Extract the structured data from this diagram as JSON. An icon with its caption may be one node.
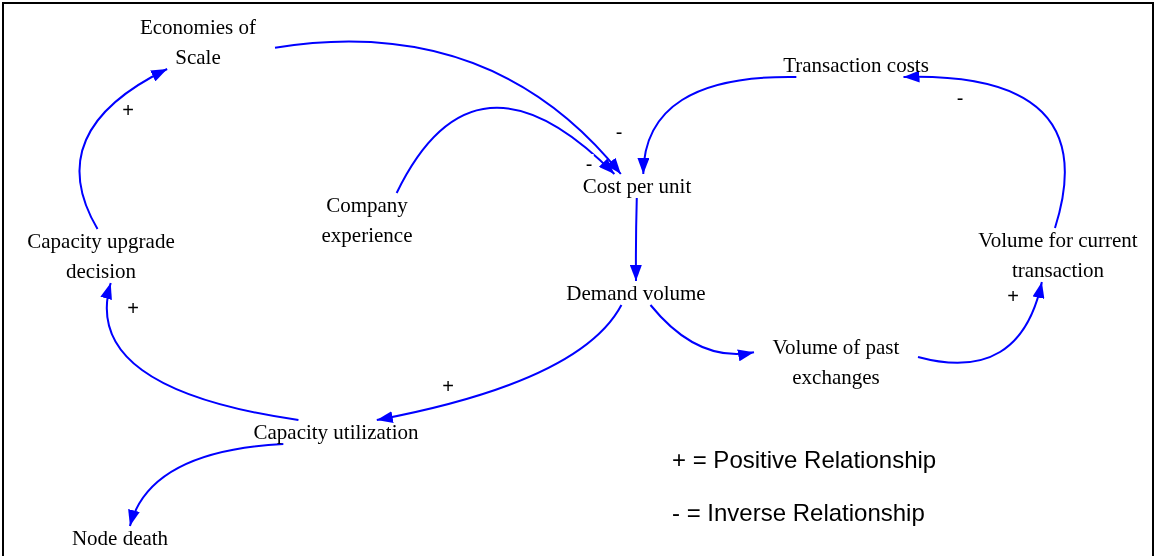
{
  "diagram": {
    "nodes": [
      {
        "text": [
          "Economies of Scale"
        ]
      },
      {
        "text": [
          "Transaction costs"
        ]
      },
      {
        "text": [
          "Company experience"
        ]
      },
      {
        "text": [
          "Cost per unit"
        ]
      },
      {
        "text": [
          "Capacity upgrade decision"
        ]
      },
      {
        "text": [
          "Volume for current transaction"
        ]
      },
      {
        "text": [
          "Demand volume"
        ]
      },
      {
        "text": [
          "Volume of past exchanges"
        ]
      },
      {
        "text": [
          "Capacity utilization"
        ]
      },
      {
        "text": [
          "Node death"
        ]
      }
    ],
    "edges": [
      {
        "from": 0,
        "to": 3,
        "arrow": "to",
        "label": "-"
      },
      {
        "from": 2,
        "to": 3,
        "arrow": "to",
        "label": "-"
      },
      {
        "from": 1,
        "to": 3,
        "arrow": "to"
      },
      {
        "from": 3,
        "to": 6,
        "arrow": "to"
      },
      {
        "from": 6,
        "to": 8,
        "arrow": "to",
        "label": "+"
      },
      {
        "from": 6,
        "to": 7,
        "arrow": "to"
      },
      {
        "from": 7,
        "to": 5,
        "arrow": "to",
        "label": "+"
      },
      {
        "from": 5,
        "to": 1,
        "arrow": "to",
        "label": "-"
      },
      {
        "from": 8,
        "to": 4,
        "arrow": "to",
        "label": "+"
      },
      {
        "from": 4,
        "to": 0,
        "arrow": "to",
        "label": "+"
      },
      {
        "from": 8,
        "to": 9,
        "arrow": "to"
      }
    ],
    "labels": [
      "+ = Positive Relationship",
      "- = Inverse Relationship"
    ]
  }
}
